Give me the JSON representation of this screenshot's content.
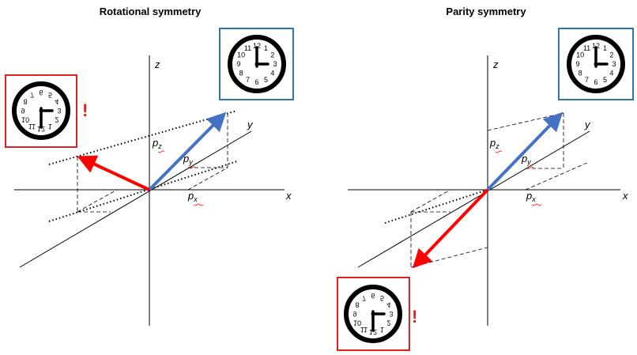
{
  "panels": {
    "left": {
      "title": "Rotational symmetry",
      "axis_labels": {
        "x": "x",
        "y": "y",
        "z": "z"
      },
      "components": {
        "x": "x",
        "y": "y",
        "z": "z",
        "base": "p"
      },
      "warning": "!"
    },
    "right": {
      "title": "Parity symmetry",
      "axis_labels": {
        "x": "x",
        "y": "y",
        "z": "z"
      },
      "components": {
        "x": "x",
        "y": "y",
        "z": "z",
        "base": "p"
      },
      "warning": "!"
    }
  },
  "clock": {
    "numerals": [
      "12",
      "1",
      "2",
      "3",
      "4",
      "5",
      "6",
      "7",
      "8",
      "9",
      "10",
      "11"
    ],
    "shows": "3:00"
  },
  "colors": {
    "original_vector": "#4472c4",
    "transformed_vector": "#ff0000",
    "original_frame": "#2e75b6",
    "transformed_frame": "#e02020",
    "warning": "#e02020",
    "axes": "#000000"
  }
}
